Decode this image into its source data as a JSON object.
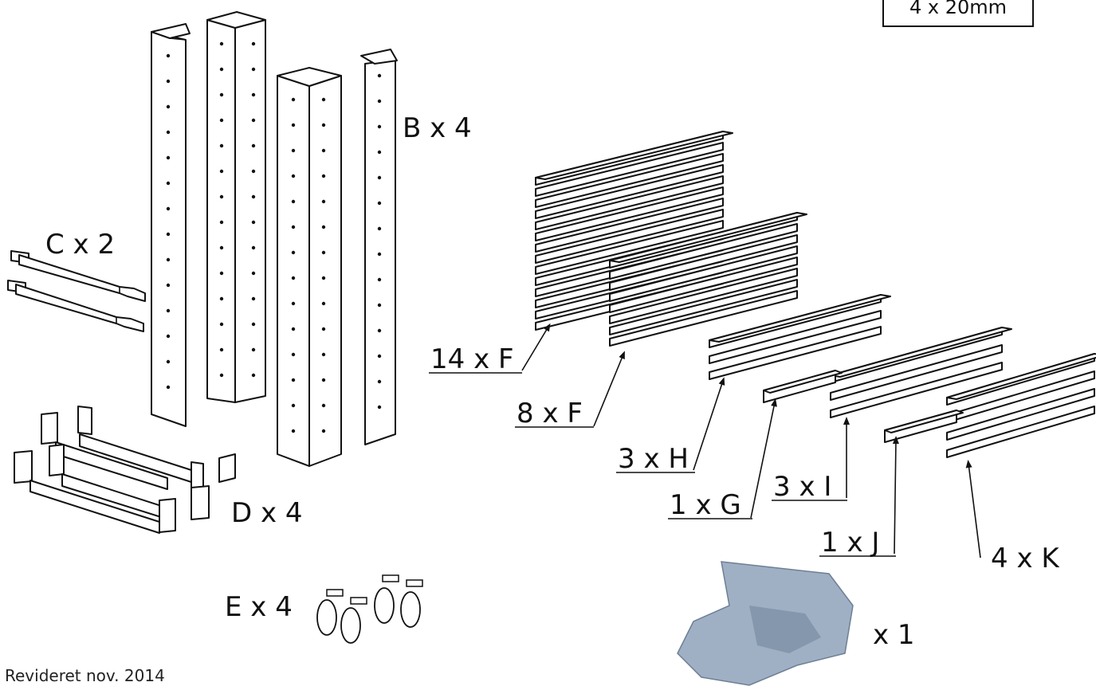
{
  "screw_box": {
    "text": "4 x 20mm"
  },
  "labels": {
    "B": "B x 4",
    "C": "C x 2",
    "D": "D x 4",
    "E": "E x 4",
    "F14": "14 x F",
    "F8": "8 x F",
    "H": "3 x H",
    "G": "1 x G",
    "I": "3 x I",
    "J": "1 x J",
    "K": "4 x K",
    "cloth": "x 1"
  },
  "footer": {
    "text": "Revideret nov. 2014"
  }
}
